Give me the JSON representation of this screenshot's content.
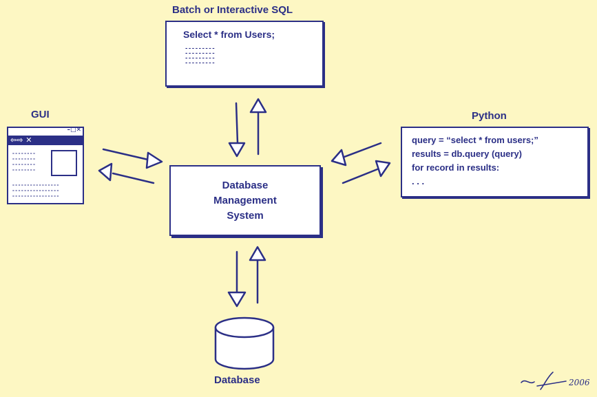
{
  "sql": {
    "title": "Batch or Interactive SQL",
    "query": "Select * from Users;"
  },
  "gui": {
    "title": "GUI",
    "toolbar_text": "⇦⇨ ✕",
    "window_controls": "–□✕"
  },
  "python": {
    "title": "Python",
    "lines": [
      "query = “select * from users;”",
      "results = db.query (query)",
      "for record in results:",
      ". . ."
    ]
  },
  "dbms": {
    "line1": "Database",
    "line2": "Management",
    "line3": "System"
  },
  "database": {
    "title": "Database"
  },
  "signature": {
    "text": "2006"
  },
  "colors": {
    "background": "#fdf7c3",
    "ink": "#2b2f86",
    "paper": "#ffffff"
  }
}
